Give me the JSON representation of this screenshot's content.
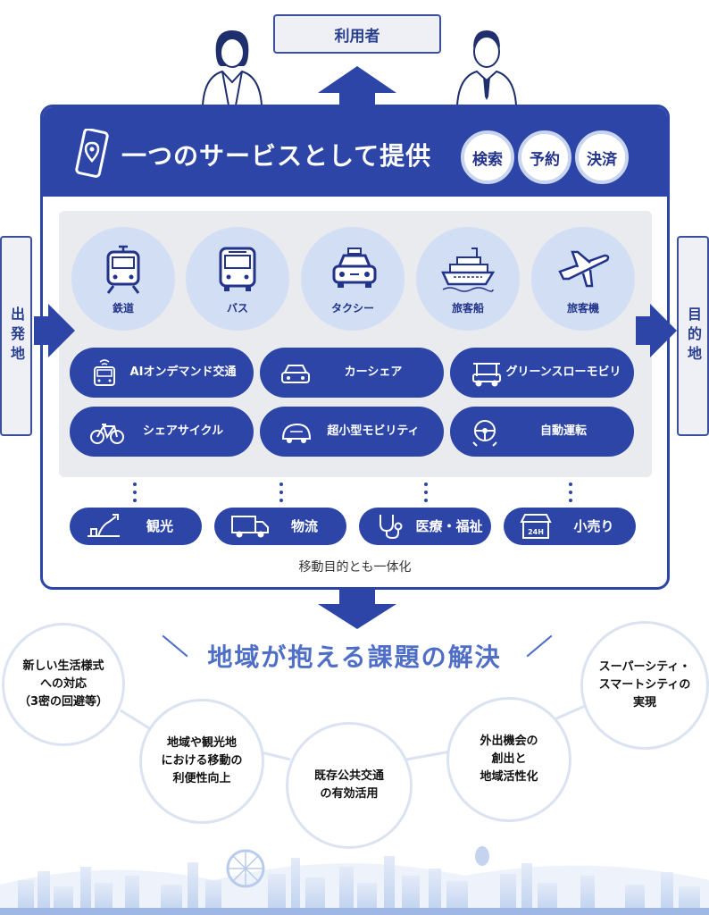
{
  "users_label": "利用者",
  "origin_label": "出発地",
  "destination_label": "目的地",
  "header": {
    "title": "一つのサービスとして提供",
    "badges": [
      "検索",
      "予約",
      "決済"
    ]
  },
  "transport": [
    {
      "label": "鉄道",
      "icon": "train-icon"
    },
    {
      "label": "バス",
      "icon": "bus-icon"
    },
    {
      "label": "タクシー",
      "icon": "taxi-icon"
    },
    {
      "label": "旅客船",
      "icon": "ship-icon"
    },
    {
      "label": "旅客機",
      "icon": "airplane-icon"
    }
  ],
  "mobility": [
    {
      "label": "AIオンデマンド交通",
      "icon": "ai-bus-icon"
    },
    {
      "label": "カーシェア",
      "icon": "car-icon"
    },
    {
      "label": "グリーンスローモビリティ",
      "icon": "golf-cart-icon"
    },
    {
      "label": "シェアサイクル",
      "icon": "bicycle-icon"
    },
    {
      "label": "超小型モビリティ",
      "icon": "micro-car-icon"
    },
    {
      "label": "自動運転",
      "icon": "steering-wheel-icon"
    }
  ],
  "purposes": [
    {
      "label": "観光",
      "icon": "sightseeing-icon"
    },
    {
      "label": "物流",
      "icon": "truck-icon"
    },
    {
      "label": "医療・福祉",
      "icon": "stethoscope-icon"
    },
    {
      "label": "小売り",
      "icon": "store-24h-icon"
    }
  ],
  "store_sign": "24H",
  "integration_caption": "移動目的とも一体化",
  "headline": "地域が抱える課題の解決",
  "challenges": [
    "新しい生活様式\nへの対応\n（3密の回避等）",
    "地域や観光地\nにおける移動の\n利便性向上",
    "既存公共交通\nの有効活用",
    "外出機会の\n創出と\n地域活性化",
    "スーパーシティ・\nスマートシティの\n実現"
  ],
  "colors": {
    "primary": "#2c45a6",
    "light_circle": "#d2def3",
    "panel": "#e9ebef",
    "headline": "#4f6fc7"
  }
}
